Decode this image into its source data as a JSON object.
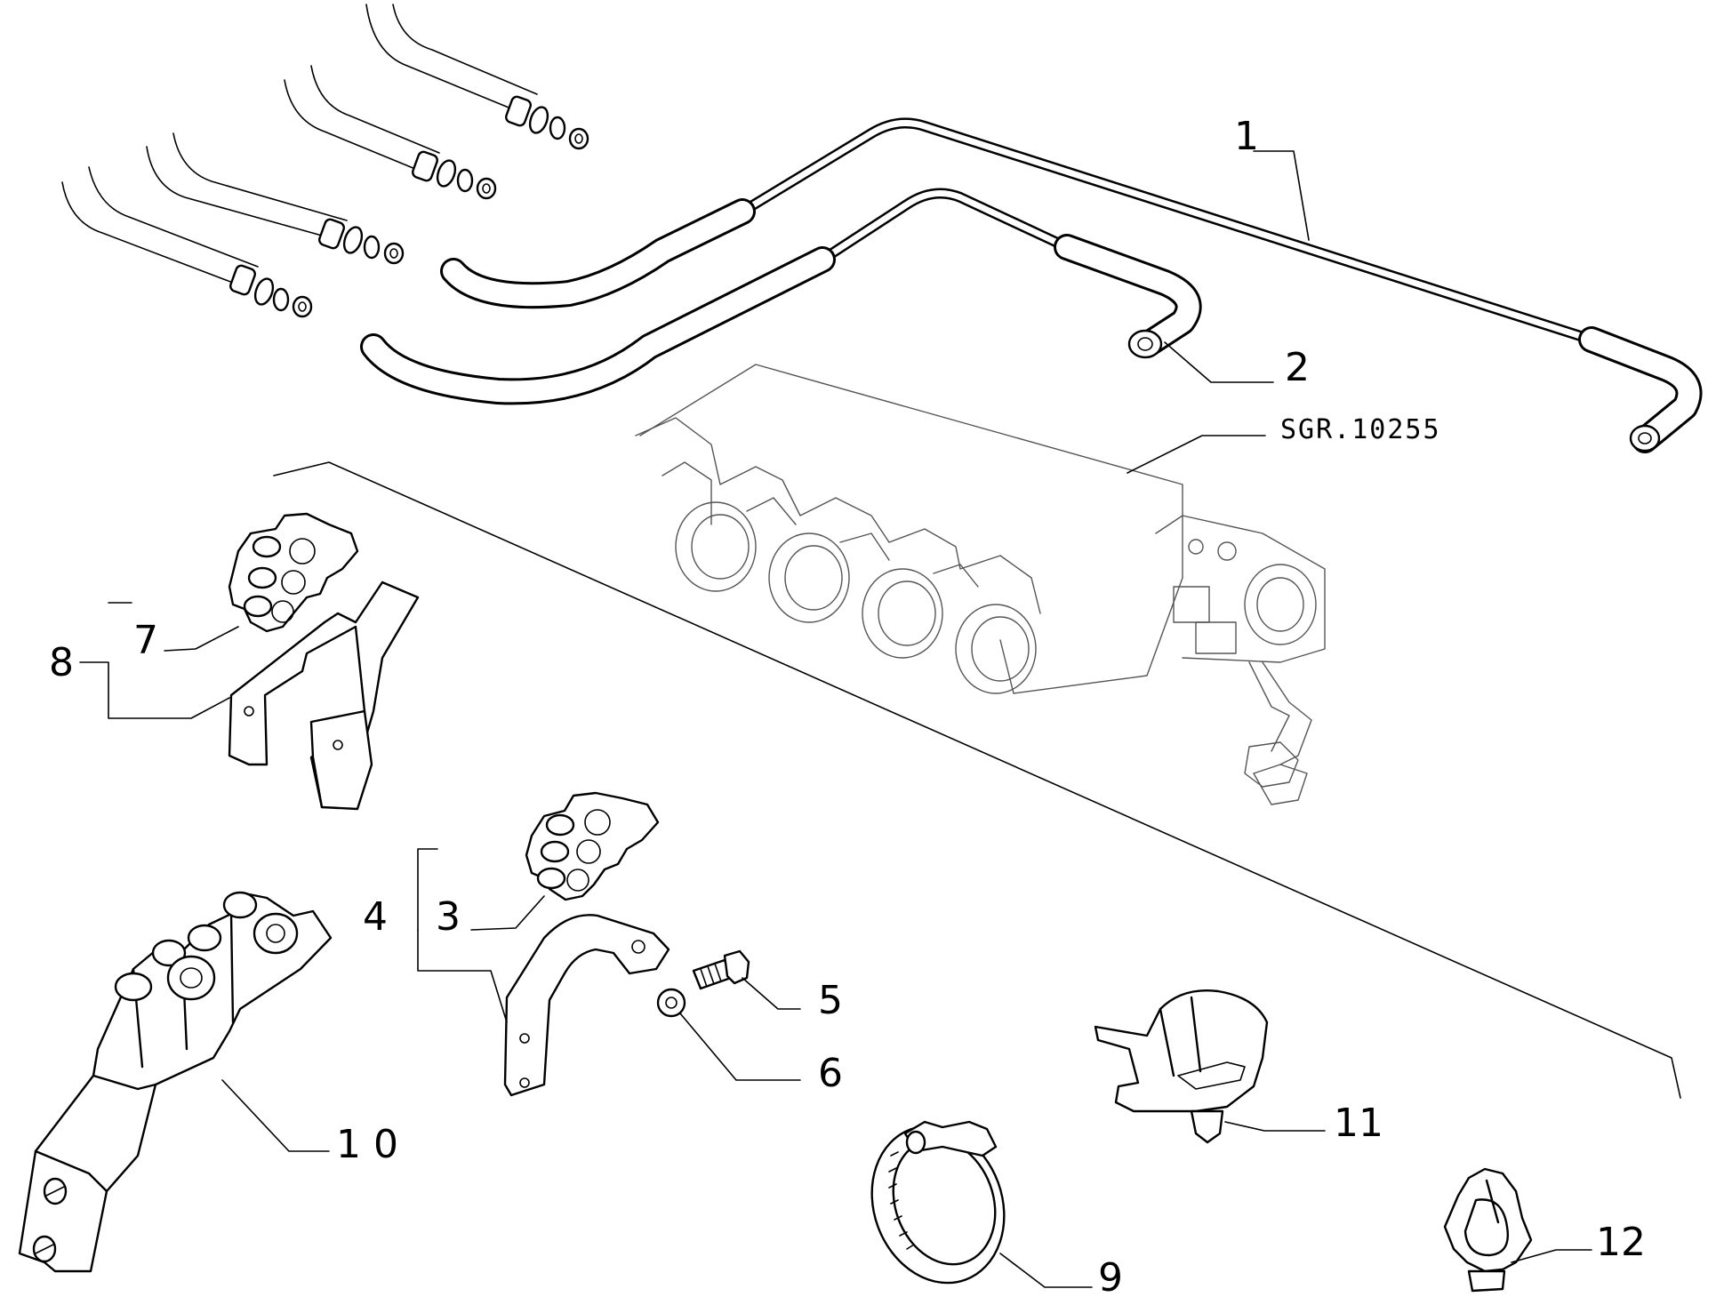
{
  "diagram": {
    "reference_code": "SGR.10255",
    "callouts": [
      "1",
      "2",
      "3",
      "4",
      "5",
      "6",
      "7",
      "8",
      "9",
      "1 0",
      "11",
      "12"
    ]
  }
}
